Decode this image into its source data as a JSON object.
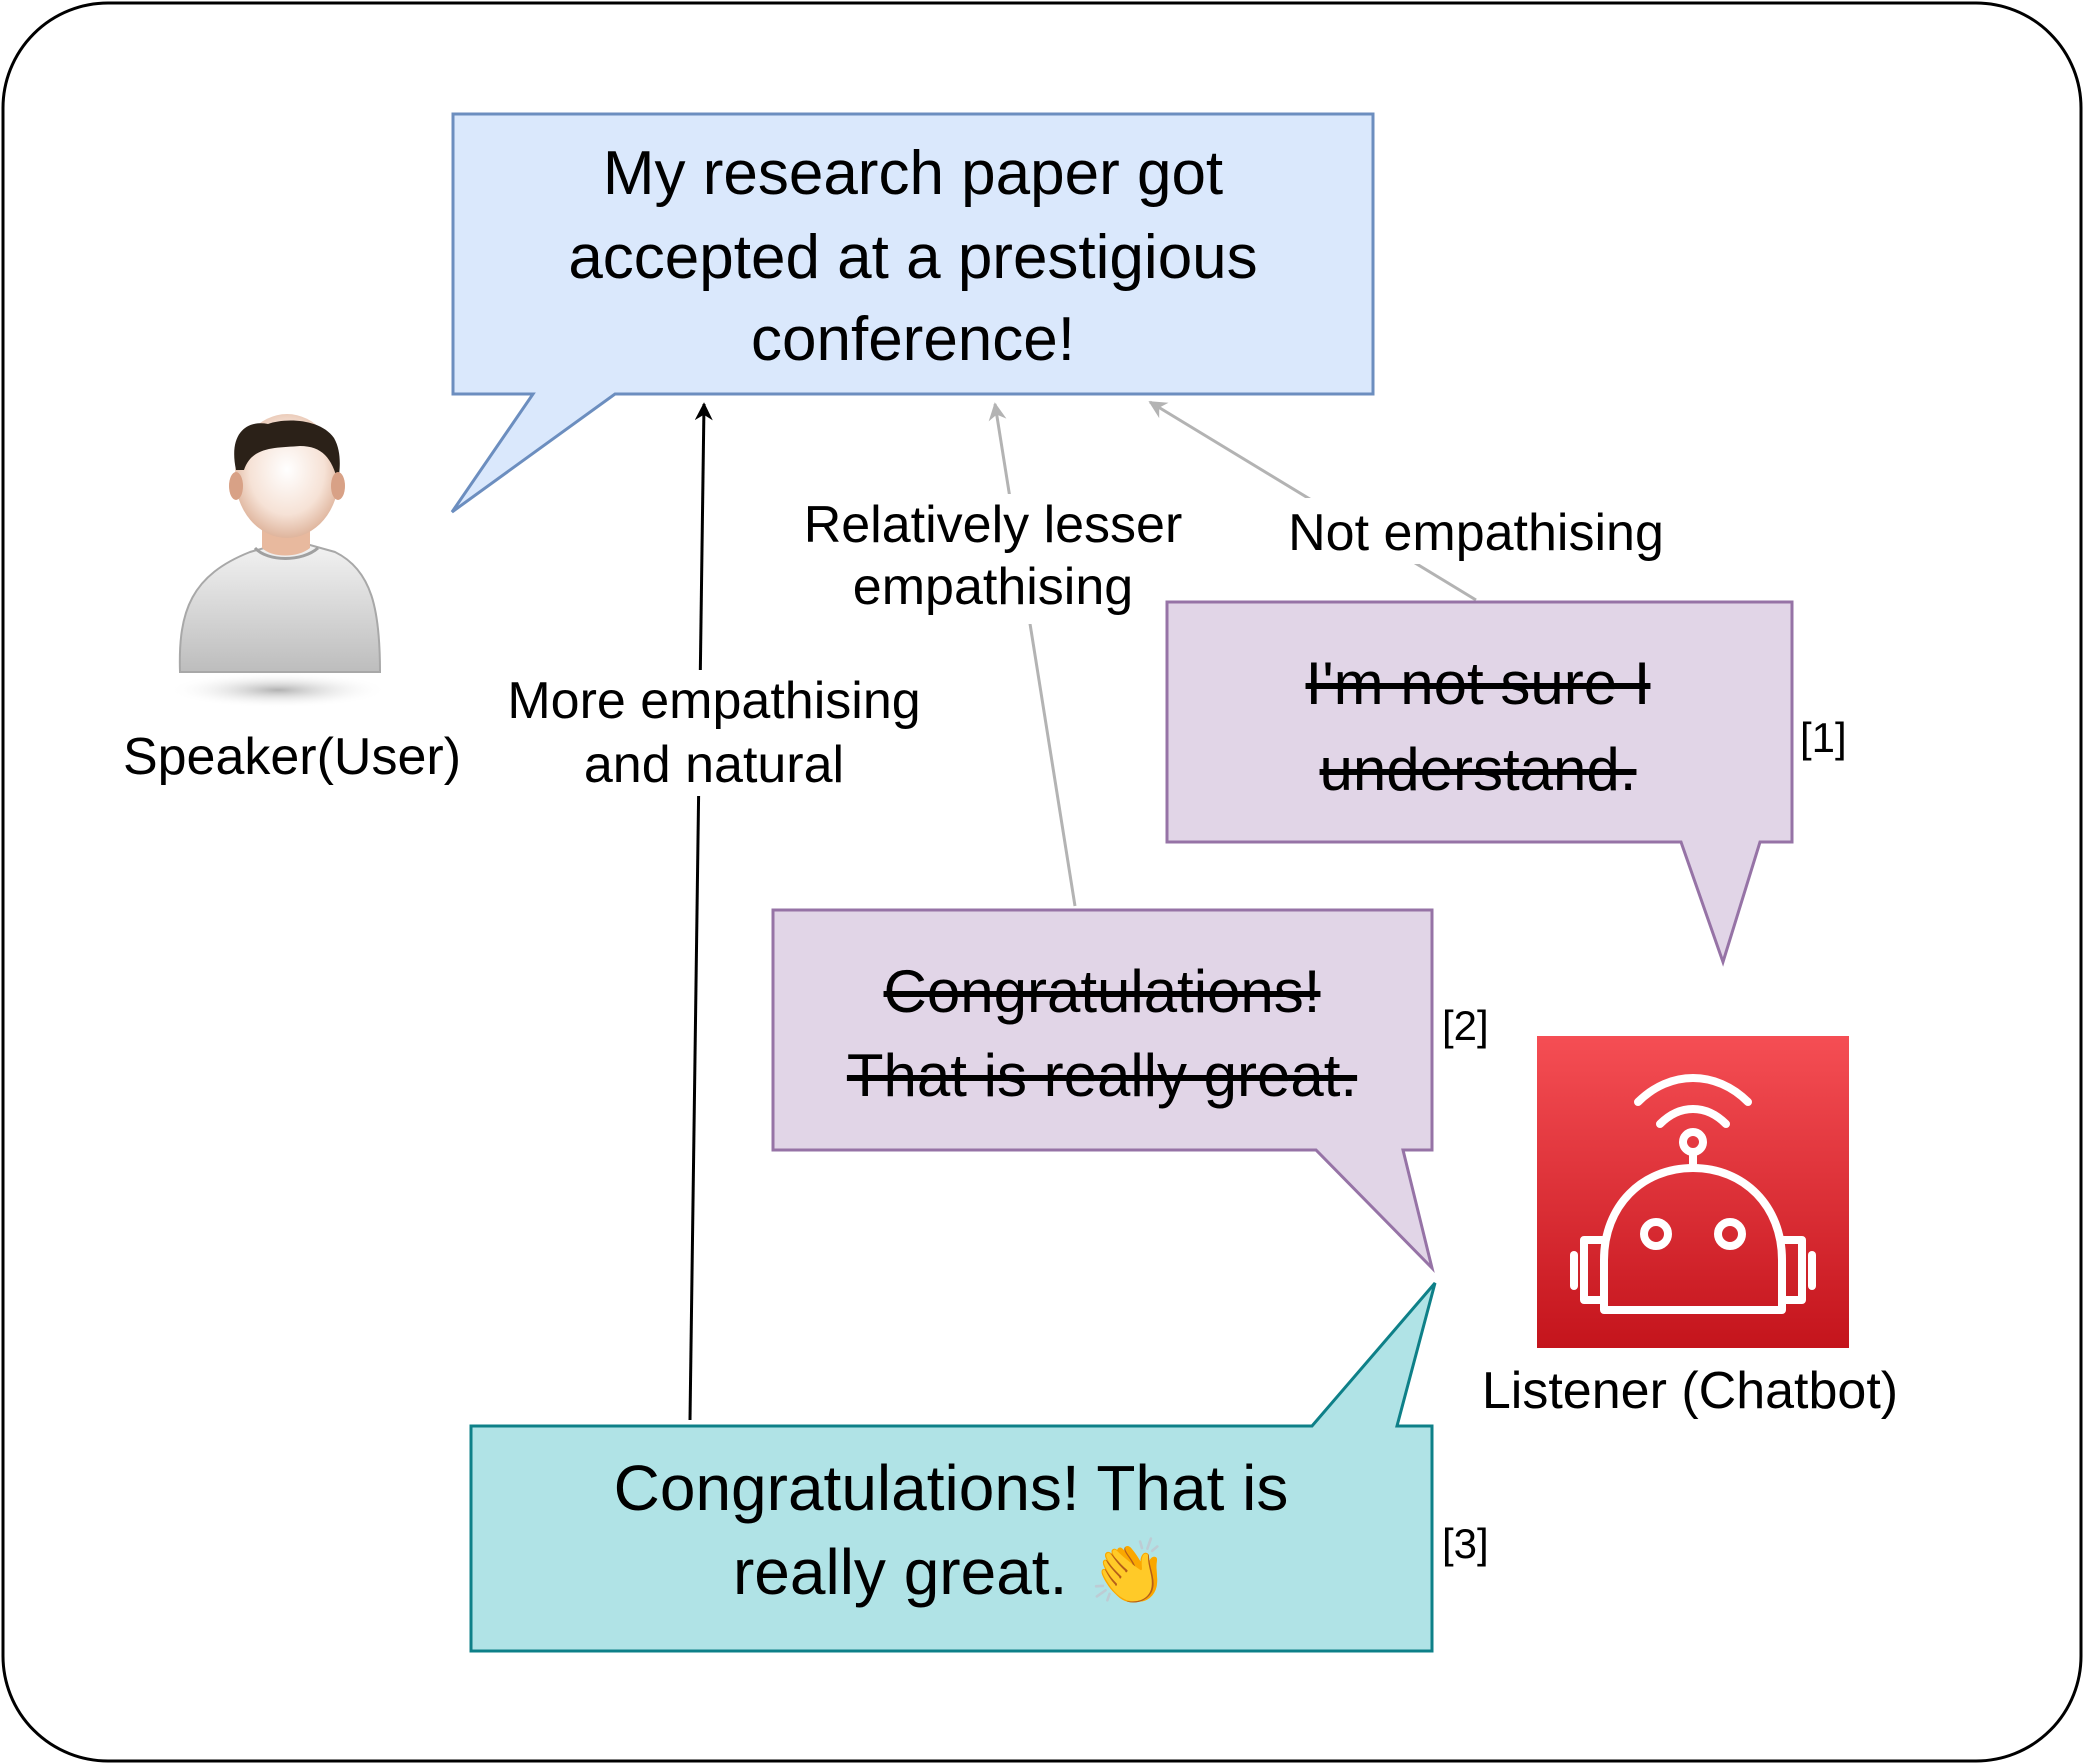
{
  "speaker": {
    "caption": "Speaker(User)",
    "icon": "user-avatar-icon"
  },
  "listener": {
    "caption": "Listener (Chatbot)",
    "icon": "robot-icon",
    "icon_color": "#d9232e"
  },
  "user_message": {
    "lines": [
      "My research paper got",
      "accepted at a prestigious",
      "conference!"
    ],
    "fill": "#dae8fc",
    "stroke": "#6c8ebf"
  },
  "responses": [
    {
      "tag": "[1]",
      "lines": [
        "I'm not sure I",
        "understand."
      ],
      "struck": true,
      "fill": "#e1d5e7",
      "stroke": "#9673a6",
      "edge_label_lines": [
        "Not empathising"
      ],
      "edge_color": "#b3b3b3"
    },
    {
      "tag": "[2]",
      "lines": [
        "Congratulations!",
        "That is really great."
      ],
      "struck": true,
      "fill": "#e1d5e7",
      "stroke": "#9673a6",
      "edge_label_lines": [
        "Relatively lesser",
        "empathising"
      ],
      "edge_color": "#b3b3b3"
    },
    {
      "tag": "[3]",
      "lines": [
        "Congratulations! That is",
        "really great."
      ],
      "emoji": "👏",
      "struck": false,
      "fill": "#b0e3e6",
      "stroke": "#0e8088",
      "edge_label_lines": [
        "More empathising",
        "and natural"
      ],
      "edge_color": "#000000"
    }
  ]
}
